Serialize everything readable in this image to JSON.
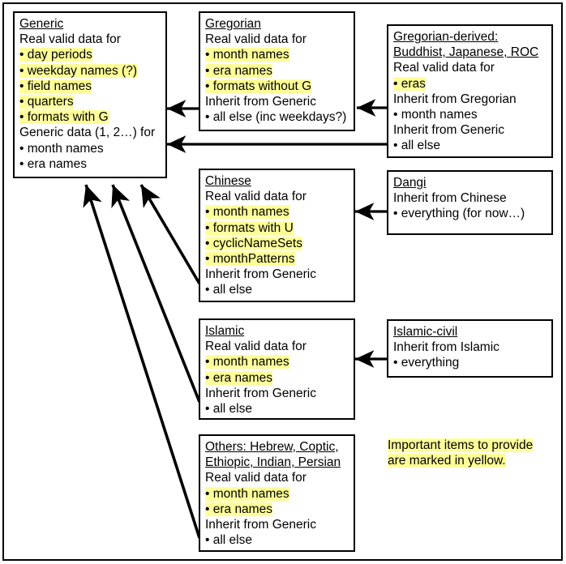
{
  "diagram": {
    "title_note": {
      "lines": [
        "Important items to provide",
        "are marked in yellow."
      ]
    },
    "colors": {
      "highlight": "#ffff99",
      "stroke": "#000000",
      "background": "#ffffff"
    },
    "boxes": [
      {
        "id": "generic",
        "title": "Generic",
        "lines": [
          {
            "text": "Generic",
            "style": "title"
          },
          {
            "text": "Real valid data for",
            "style": "plain"
          },
          {
            "text": "• day periods",
            "style": "highlight"
          },
          {
            "text": "• weekday names (?)",
            "style": "highlight"
          },
          {
            "text": "• field names",
            "style": "highlight"
          },
          {
            "text": "• quarters",
            "style": "highlight"
          },
          {
            "text": "• formats with G",
            "style": "highlight"
          },
          {
            "text": "Generic data (1, 2…) for",
            "style": "plain"
          },
          {
            "text": "• month names",
            "style": "plain"
          },
          {
            "text": "• era names",
            "style": "plain"
          }
        ]
      },
      {
        "id": "gregorian",
        "title": "Gregorian",
        "lines": [
          {
            "text": "Gregorian",
            "style": "title"
          },
          {
            "text": "Real valid data for",
            "style": "plain"
          },
          {
            "text": "• month names",
            "style": "highlight"
          },
          {
            "text": "• era names",
            "style": "highlight"
          },
          {
            "text": "• formats without G",
            "style": "highlight"
          },
          {
            "text": "Inherit from Generic",
            "style": "plain"
          },
          {
            "text": "• all else (inc weekdays?)",
            "style": "plain"
          }
        ]
      },
      {
        "id": "gregorian-derived",
        "title": "Gregorian-derived: Buddhist, Japanese, ROC",
        "lines": [
          {
            "text": "Gregorian-derived:",
            "style": "title"
          },
          {
            "text": "Buddhist, Japanese, ROC",
            "style": "title"
          },
          {
            "text": "Real valid data for",
            "style": "plain"
          },
          {
            "text": "• eras",
            "style": "highlight"
          },
          {
            "text": "Inherit from Gregorian",
            "style": "plain"
          },
          {
            "text": "• month names",
            "style": "plain"
          },
          {
            "text": "Inherit from Generic",
            "style": "plain"
          },
          {
            "text": "• all else",
            "style": "plain"
          }
        ]
      },
      {
        "id": "chinese",
        "title": "Chinese",
        "lines": [
          {
            "text": "Chinese",
            "style": "title"
          },
          {
            "text": "Real valid data for",
            "style": "plain"
          },
          {
            "text": "• month names",
            "style": "highlight"
          },
          {
            "text": "• formats with U",
            "style": "highlight"
          },
          {
            "text": "• cyclicNameSets",
            "style": "highlight"
          },
          {
            "text": "• monthPatterns",
            "style": "highlight"
          },
          {
            "text": "Inherit from Generic",
            "style": "plain"
          },
          {
            "text": "• all else",
            "style": "plain"
          }
        ]
      },
      {
        "id": "dangi",
        "title": "Dangi",
        "lines": [
          {
            "text": "Dangi",
            "style": "title"
          },
          {
            "text": "Inherit from Chinese",
            "style": "plain"
          },
          {
            "text": "• everything (for now…)",
            "style": "plain"
          }
        ]
      },
      {
        "id": "islamic",
        "title": "Islamic",
        "lines": [
          {
            "text": "Islamic",
            "style": "title"
          },
          {
            "text": "Real valid data for",
            "style": "plain"
          },
          {
            "text": "• month names",
            "style": "highlight"
          },
          {
            "text": "• era names",
            "style": "highlight"
          },
          {
            "text": "Inherit from Generic",
            "style": "plain"
          },
          {
            "text": "• all else",
            "style": "plain"
          }
        ]
      },
      {
        "id": "islamic-civil",
        "title": "Islamic-civil",
        "lines": [
          {
            "text": "Islamic-civil",
            "style": "title"
          },
          {
            "text": "Inherit from Islamic",
            "style": "plain"
          },
          {
            "text": "• everything",
            "style": "plain"
          }
        ]
      },
      {
        "id": "others",
        "title": "Others: Hebrew, Coptic, Ethiopic, Indian, Persian",
        "lines": [
          {
            "text": "Others: Hebrew, Coptic,",
            "style": "title"
          },
          {
            "text": "Ethiopic, Indian, Persian",
            "style": "title"
          },
          {
            "text": "Real valid data for",
            "style": "plain"
          },
          {
            "text": "• month names",
            "style": "highlight"
          },
          {
            "text": "• era names",
            "style": "highlight"
          },
          {
            "text": "Inherit from Generic",
            "style": "plain"
          },
          {
            "text": "• all else",
            "style": "plain"
          }
        ]
      }
    ],
    "arrows": [
      {
        "id": "gregorian-to-generic",
        "from": "gregorian",
        "to": "generic"
      },
      {
        "id": "gregorian-derived-to-gregorian",
        "from": "gregorian-derived",
        "to": "gregorian"
      },
      {
        "id": "gregorian-derived-to-generic",
        "from": "gregorian-derived",
        "to": "generic"
      },
      {
        "id": "dangi-to-chinese",
        "from": "dangi",
        "to": "chinese"
      },
      {
        "id": "islamic-civil-to-islamic",
        "from": "islamic-civil",
        "to": "islamic"
      },
      {
        "id": "chinese-to-generic",
        "from": "chinese",
        "to": "generic"
      },
      {
        "id": "islamic-to-generic",
        "from": "islamic",
        "to": "generic"
      },
      {
        "id": "others-to-generic",
        "from": "others",
        "to": "generic"
      }
    ]
  }
}
